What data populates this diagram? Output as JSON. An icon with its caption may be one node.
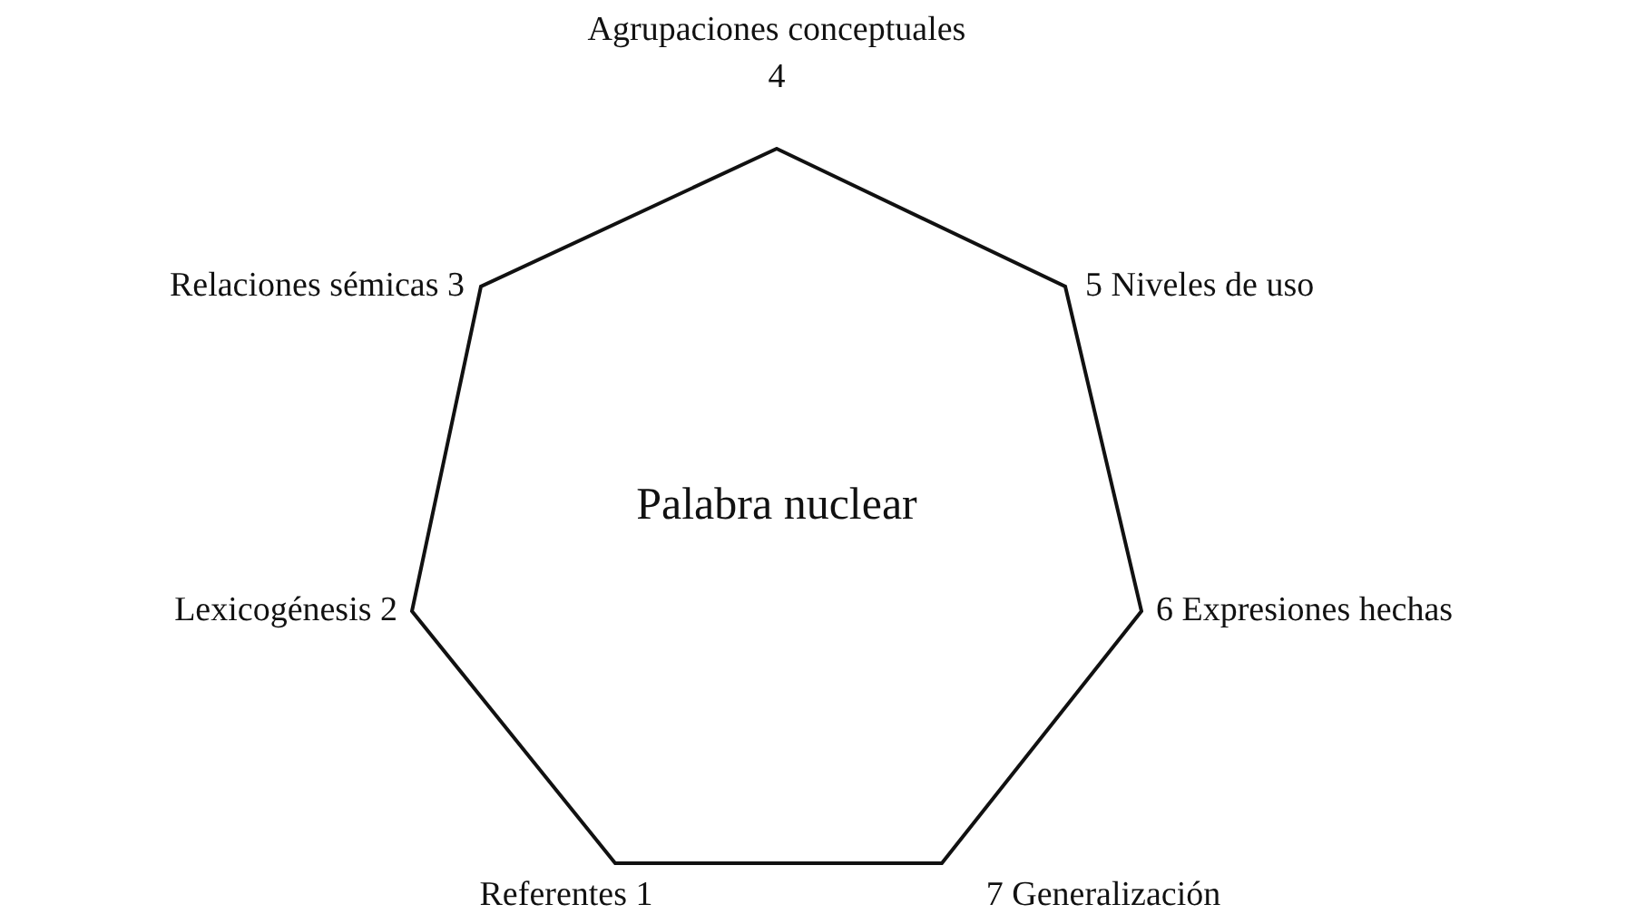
{
  "diagram": {
    "nodes": [
      {
        "text": [
          "Palabra nuclear"
        ]
      }
    ],
    "labels": [
      "Agrupaciones conceptuales 4",
      "Relaciones sémicas 3",
      "5 Niveles de uso",
      "Lexicogénesis 2",
      "6 Expresiones hechas",
      "Referentes 1",
      "7 Generalización"
    ]
  }
}
